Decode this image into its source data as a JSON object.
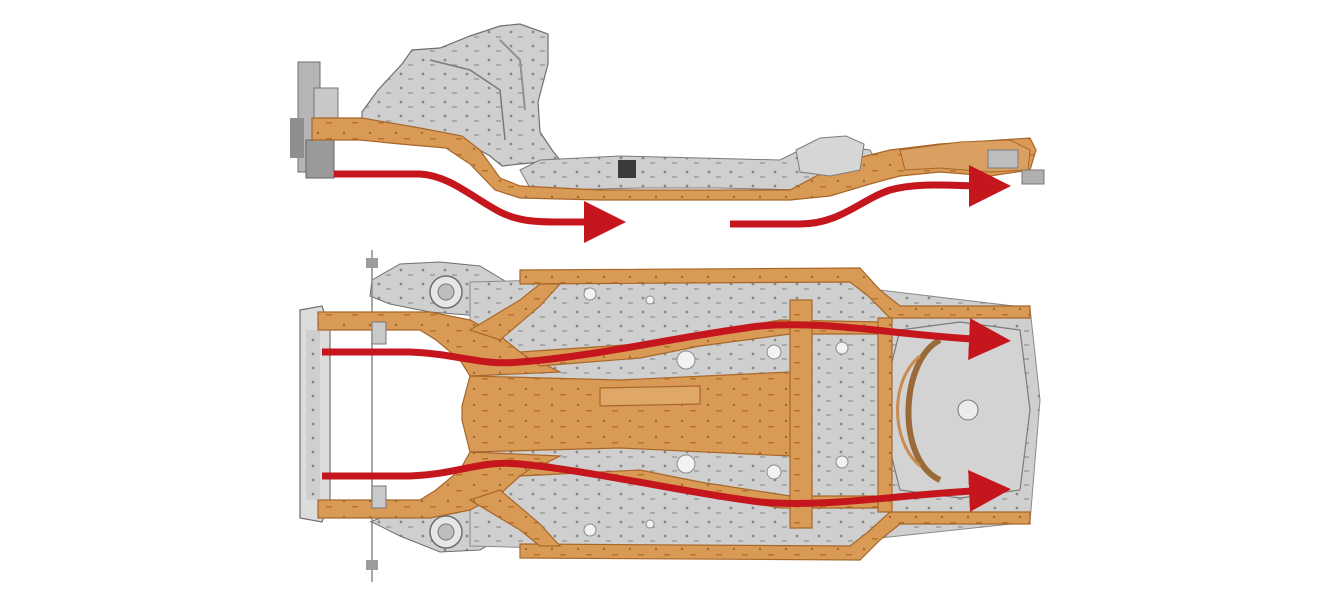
{
  "figure": {
    "views": [
      {
        "id": "side",
        "description_name": "side-view"
      },
      {
        "id": "bottom",
        "description_name": "bottom-view"
      }
    ],
    "colors": {
      "frame_orange": "#d89a55",
      "frame_orange_dark": "#b8732f",
      "panel_gray": "#cfcfcf",
      "panel_gray_dark": "#8a8a8a",
      "panel_gray_light": "#e4e4e4",
      "arrow_red": "#c4161c"
    },
    "arrows": {
      "count": 4,
      "direction": "rearward"
    }
  }
}
